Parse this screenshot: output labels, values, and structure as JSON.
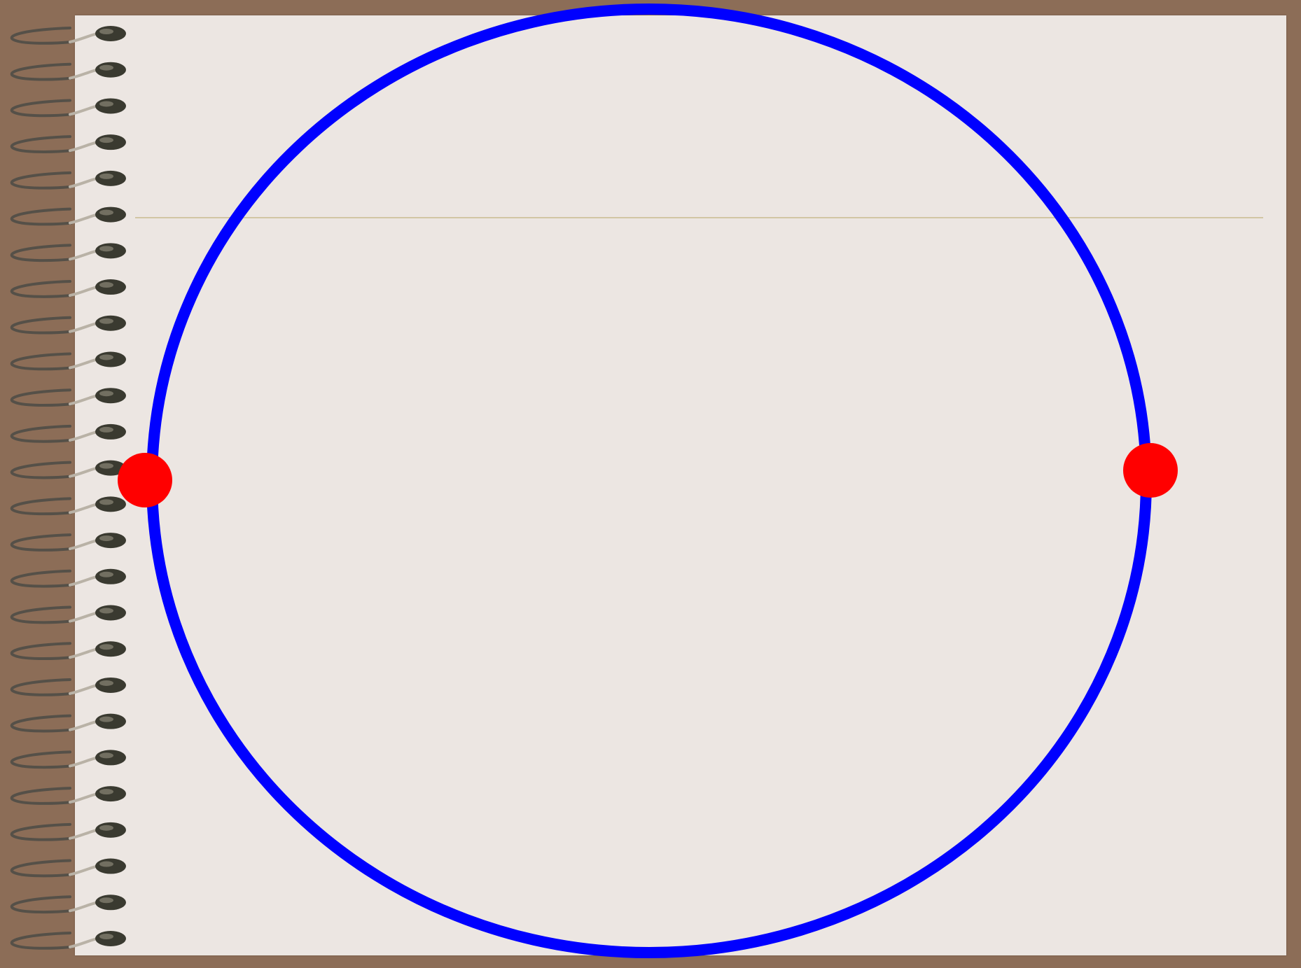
{
  "palette": {
    "frame": "#8c6d57",
    "paper": "#ece6e2",
    "rule_line": "#c9bb8f",
    "circle_stroke": "#0000ff",
    "point_fill": "#ff0000",
    "spiral_wire": "#555048",
    "spiral_wire_highlight": "#b9b2a6",
    "spiral_hole": "#3a3a30"
  },
  "notebook": {
    "spiral_ring_count": 26,
    "ruled_line_count": 1
  },
  "diagram": {
    "shapes": [
      {
        "kind": "circle",
        "color_key": "circle_stroke"
      }
    ],
    "points": [
      {
        "id": "left-point",
        "on": "circle",
        "side": "left",
        "color_key": "point_fill"
      },
      {
        "id": "right-point",
        "on": "circle",
        "side": "right",
        "color_key": "point_fill"
      }
    ]
  }
}
